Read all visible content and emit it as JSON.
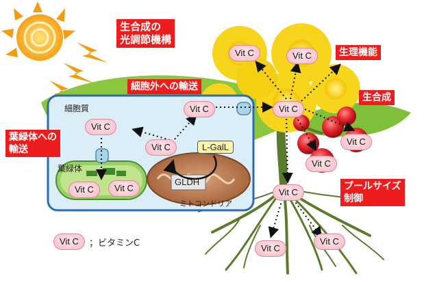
{
  "labels": {
    "biosynthesis_light": [
      "生合成の",
      "光調節機構"
    ],
    "physiological_function": "生理機能",
    "biosynthesis": "生合成",
    "export": "細胞外への輸送",
    "chloroplast_transport": [
      "葉緑体への",
      "輸送"
    ],
    "pool_size": [
      "プールサイズ",
      "制御"
    ]
  },
  "cell": {
    "cytoplasm": "細胞質",
    "chloroplast": "葉緑体",
    "mitochondria": "ミトコンドリア",
    "enzyme": "GLDH",
    "precursor": "L-GalL"
  },
  "vitc": "Vit C",
  "legend": {
    "sample": "Vit C",
    "text": "；ビタミンC"
  },
  "colors": {
    "label_red": "#ee1c1c",
    "leaf_green": "#8cc63f",
    "cell_border": "#2b6cb0",
    "flower_yellow": "#f7d51d",
    "fruit_red": "#e0242b",
    "root_green": "#5a7b2c",
    "sun_orange": "#f39c12"
  }
}
